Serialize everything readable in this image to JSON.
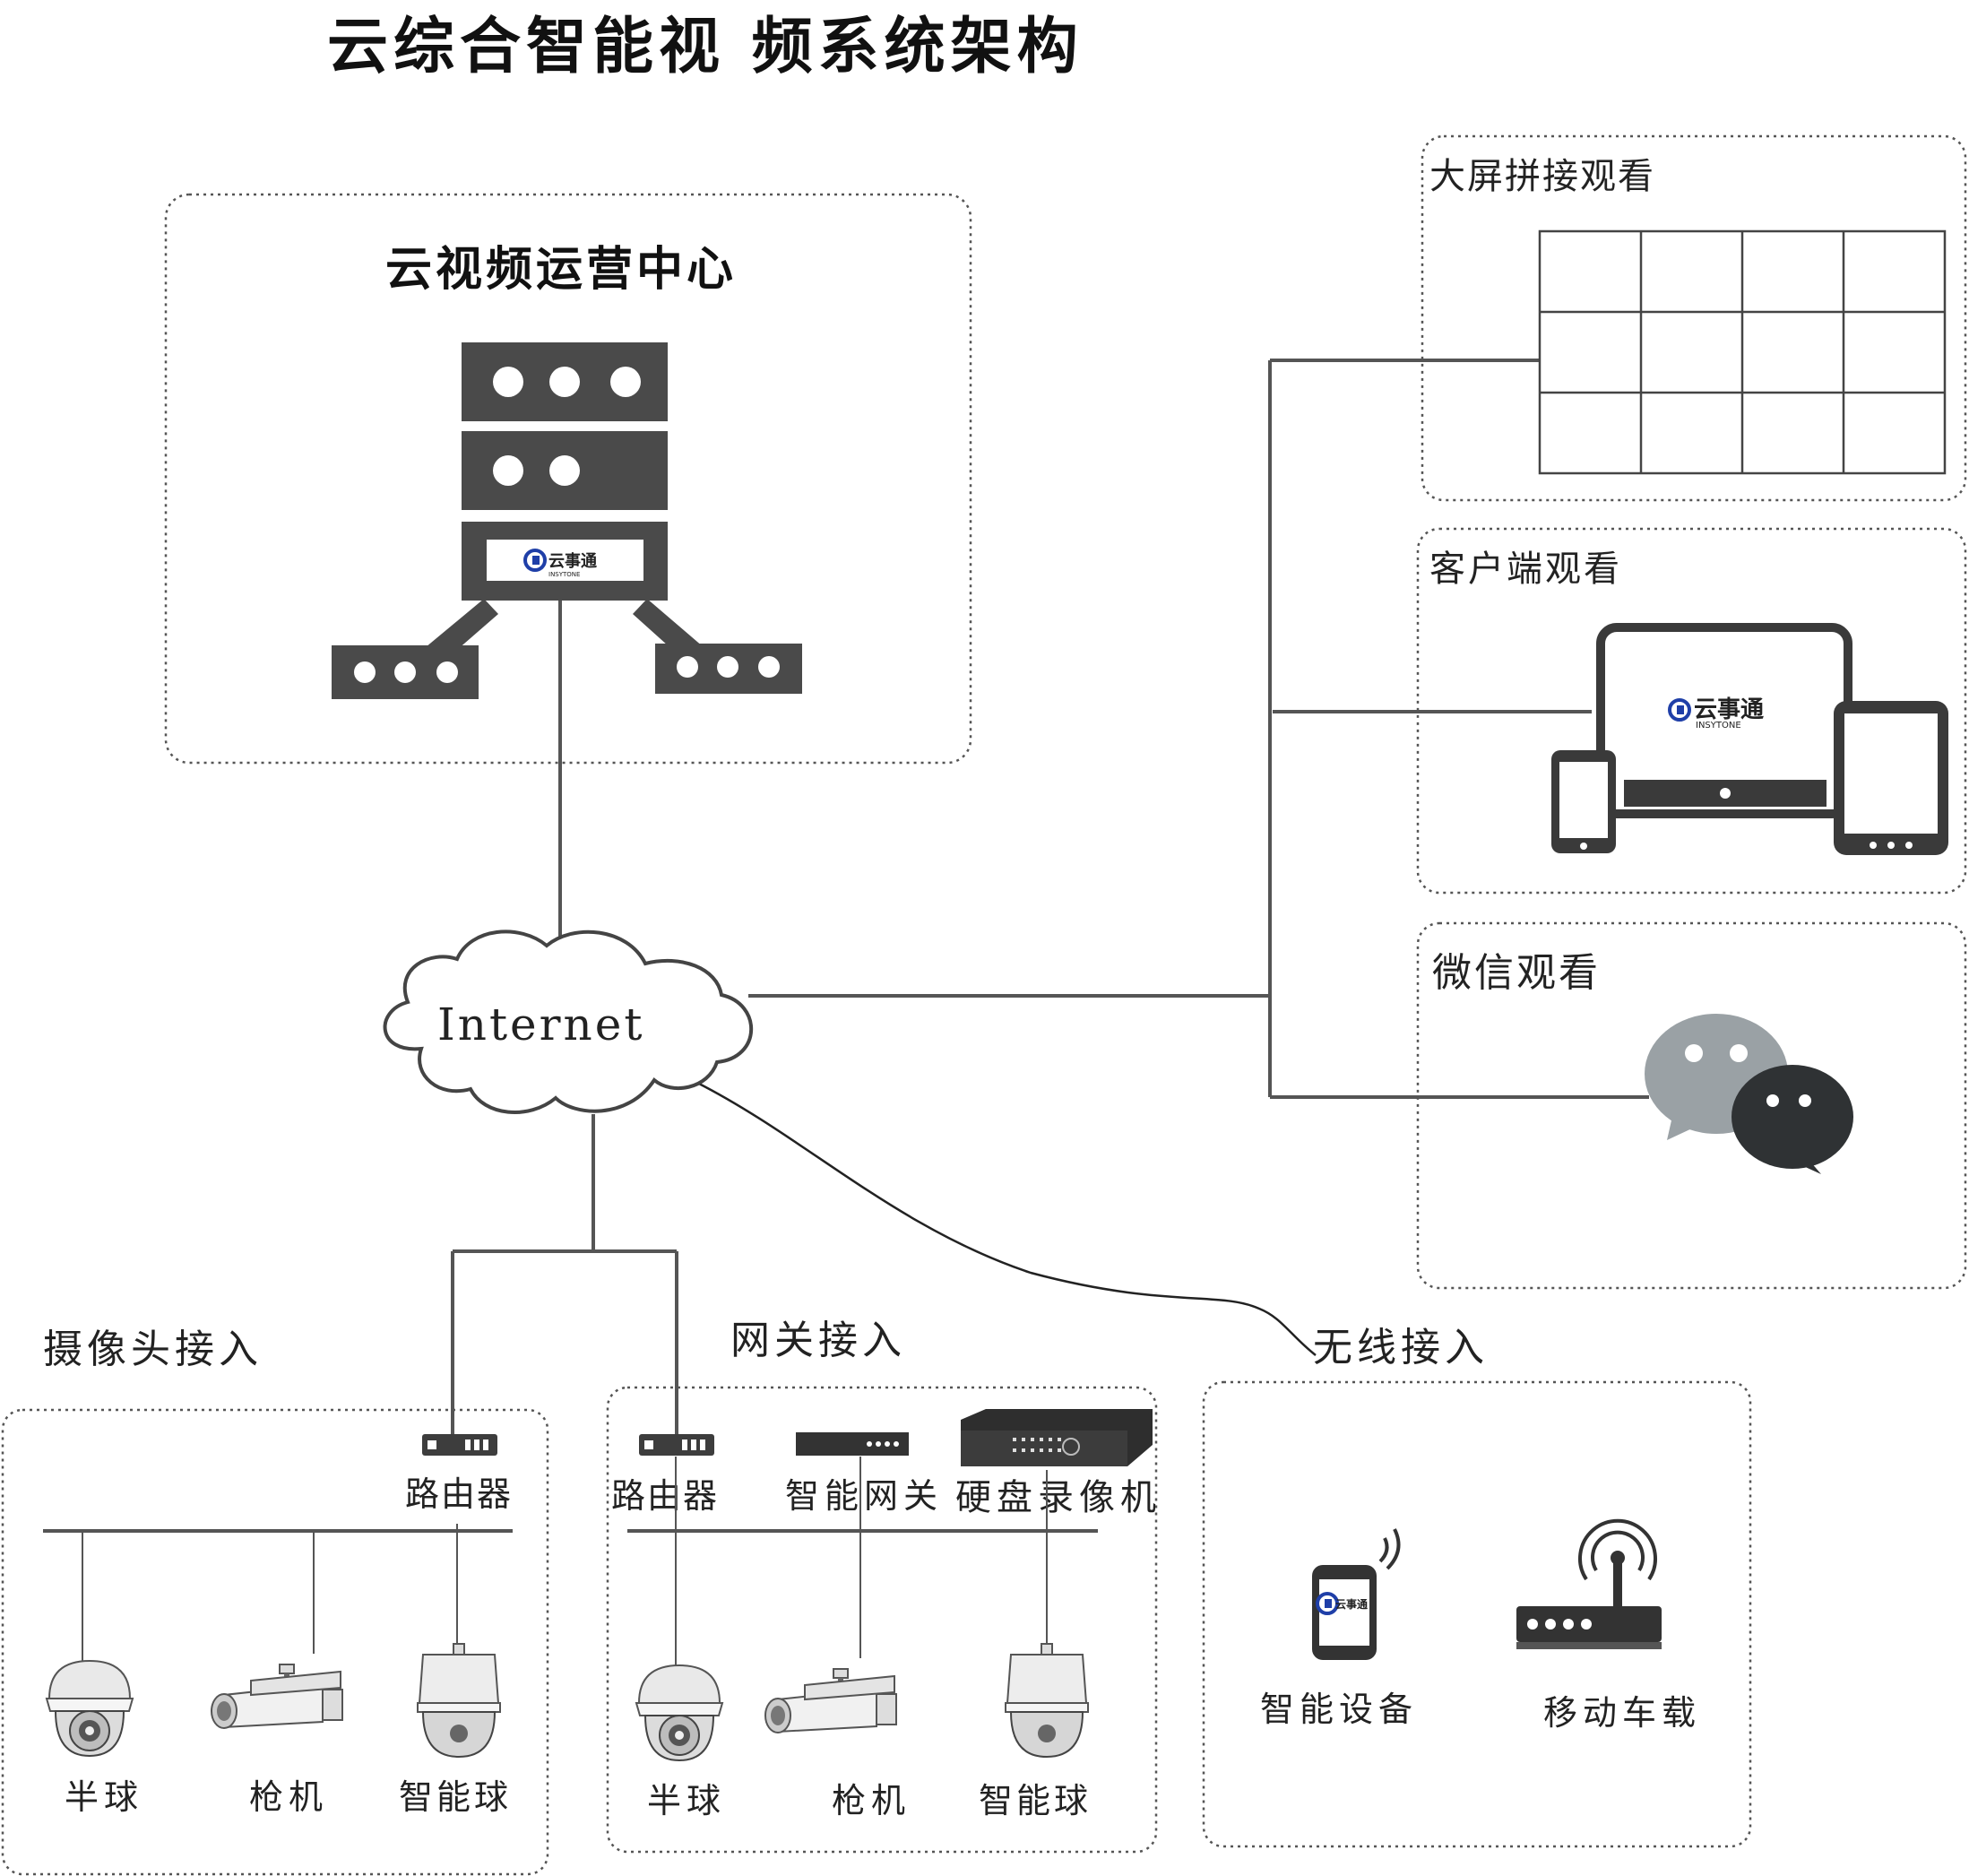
{
  "title": "云综合智能视 频系统架构",
  "center": {
    "title": "云视频运营中心",
    "logo_text": "云事通",
    "logo_sub": "INSYTONE"
  },
  "internet_label": "Internet",
  "panels": {
    "bigscreen": "大屏拼接观看",
    "client": "客户端观看",
    "wechat": "微信观看"
  },
  "camera_section": {
    "title": "摄像头接入",
    "router": "路由器",
    "devices": [
      "半球",
      "枪机",
      "智能球"
    ]
  },
  "gateway_section": {
    "title": "网关接入",
    "router": "路由器",
    "gateway": "智能网关",
    "dvr": "硬盘录像机",
    "devices": [
      "半球",
      "枪机",
      "智能球"
    ]
  },
  "wireless_section": {
    "title": "无线接入",
    "devices": [
      "智能设备",
      "移动车载"
    ]
  },
  "colors": {
    "dark": "#4a4a4a",
    "line": "#555555",
    "wechat_light": "#9aa1a5",
    "wechat_dark": "#2f3234",
    "logo_blue": "#1f3fa8"
  }
}
